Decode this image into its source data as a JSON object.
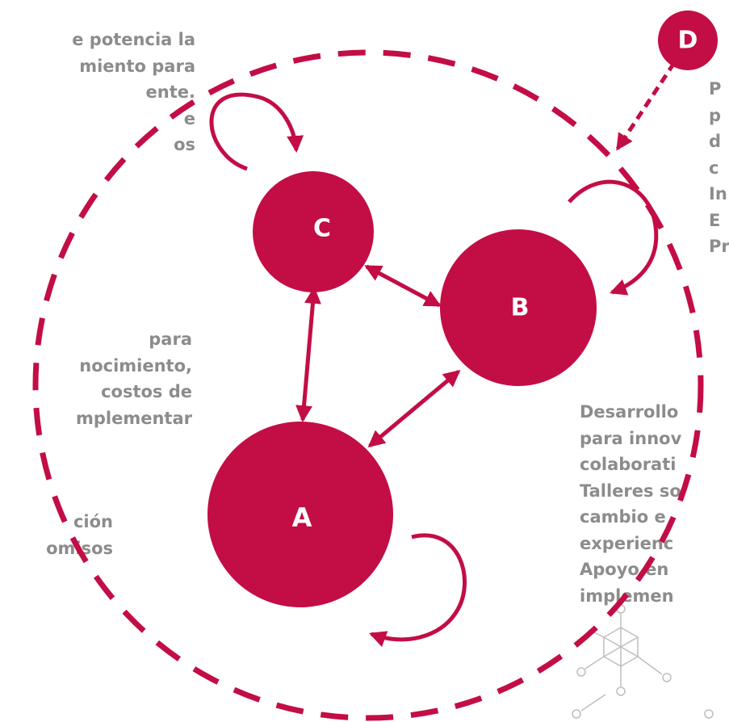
{
  "colors": {
    "accent": "#c30d45",
    "text_gray": "#8c8c8c",
    "background": "#ffffff",
    "decoration": "#b3b3b3"
  },
  "nodes": {
    "a": "A",
    "b": "B",
    "c": "C",
    "d": "D"
  },
  "text_blocks": {
    "left_top": [
      "e potencia la",
      "miento para",
      "ente.",
      "e",
      "os"
    ],
    "left_mid": [
      "para",
      "nocimiento,",
      "costos de",
      "mplementar"
    ],
    "left_bottom": [
      "ción",
      "omisos"
    ],
    "right_top": [
      "P",
      "p",
      "d",
      "c",
      "In",
      "E",
      "Pr"
    ],
    "right_bottom": [
      "Desarrollo",
      "para innov",
      "colaborati",
      "Talleres so",
      "cambio e",
      "experienc",
      "Apoyo en",
      "implemen"
    ]
  },
  "decorations": {
    "network_icon": "network-snowflake-icon"
  }
}
